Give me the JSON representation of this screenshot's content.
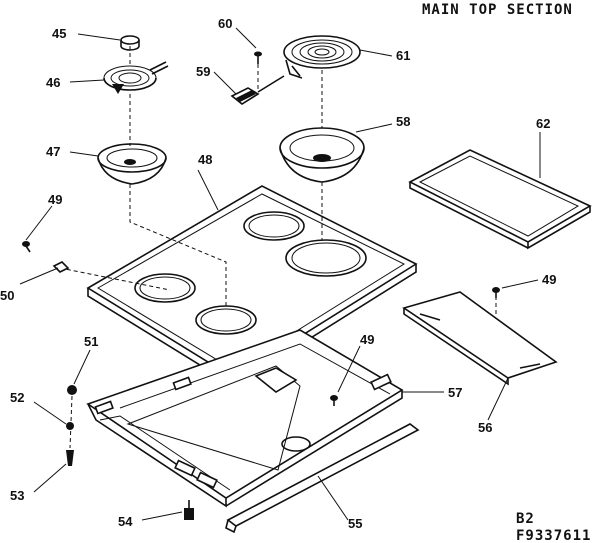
{
  "title": "MAIN TOP SECTION",
  "footer": {
    "code1": "B2",
    "code2": "F9337611"
  },
  "callouts": [
    "45",
    "46",
    "47",
    "48",
    "49",
    "50",
    "51",
    "52",
    "53",
    "54",
    "55",
    "56",
    "57",
    "58",
    "59",
    "60",
    "61",
    "62",
    "49",
    "49"
  ]
}
